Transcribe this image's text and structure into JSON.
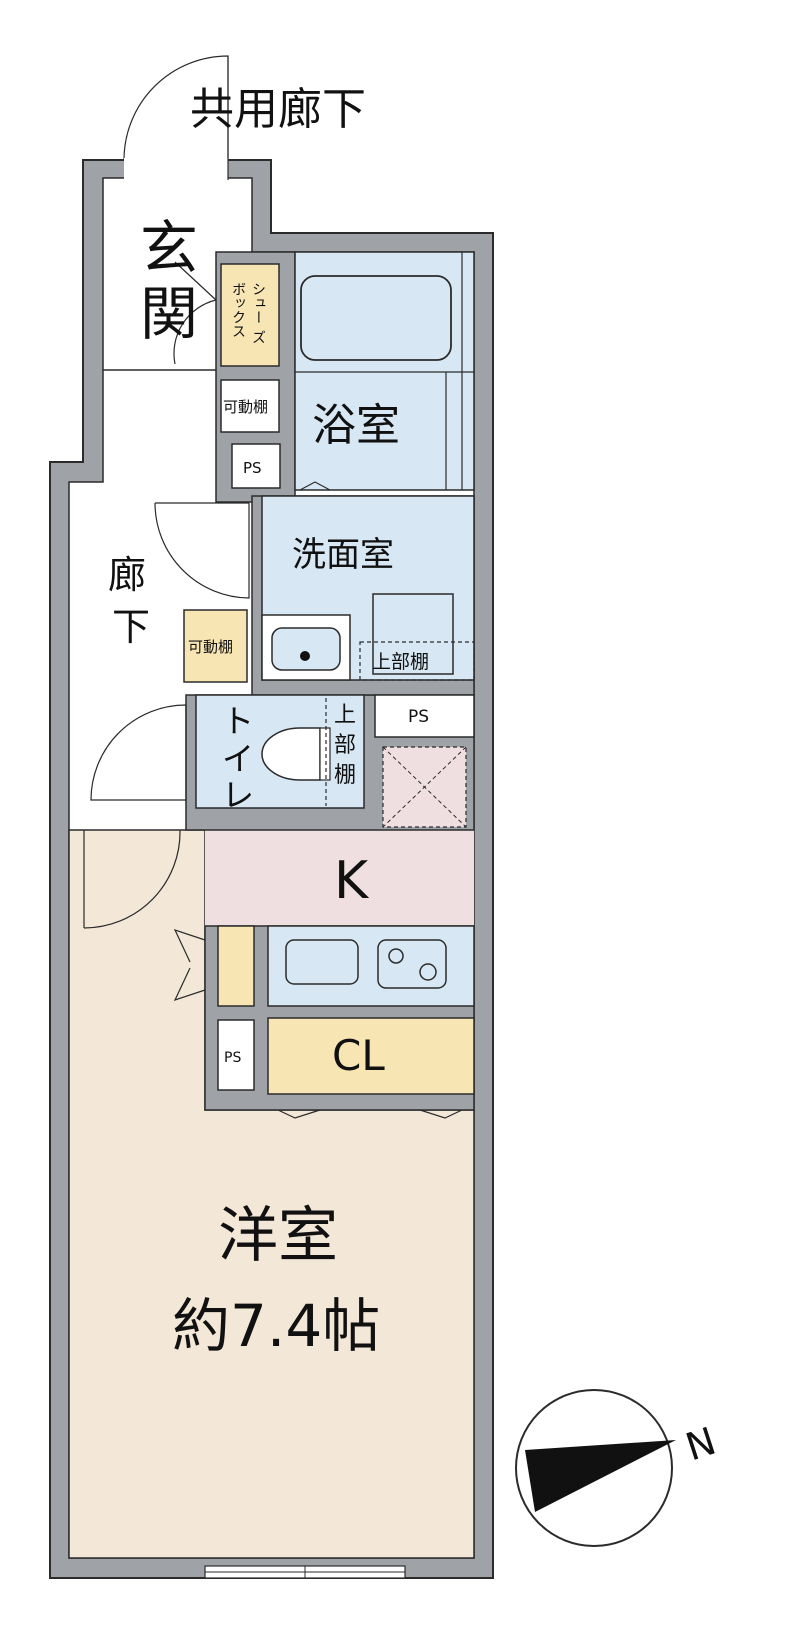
{
  "labels": {
    "corridor_shared": "共用廊下",
    "genkan_1": "玄",
    "genkan_2": "関",
    "shoebox_1": "シュー",
    "shoebox_2": "ズ",
    "shoebox_3": "ボックス",
    "movable_shelf_upper": "可動棚",
    "ps_top": "PS",
    "bath": "浴室",
    "washroom": "洗面室",
    "hall_1": "廊",
    "hall_2": "下",
    "movable_shelf_lower": "可動棚",
    "upper_shelf_wash": "上部棚",
    "toilet_1": "ト",
    "toilet_2": "イ",
    "toilet_3": "レ",
    "toilet_shelf_1": "上",
    "toilet_shelf_2": "部",
    "toilet_shelf_3": "棚",
    "ps_mid": "PS",
    "kitchen": "K",
    "ps_bottom": "PS",
    "closet": "CL",
    "western_room": "洋室",
    "room_size": "約7.4帖",
    "north": "N"
  },
  "colors": {
    "wall": "#9fa3a8",
    "wall_edge": "#2b2b2b",
    "wet_area": "#d7e8f4",
    "storage": "#f8e5b4",
    "kitchen_floor": "#efdfe0",
    "room_floor": "#f3e7d7"
  }
}
